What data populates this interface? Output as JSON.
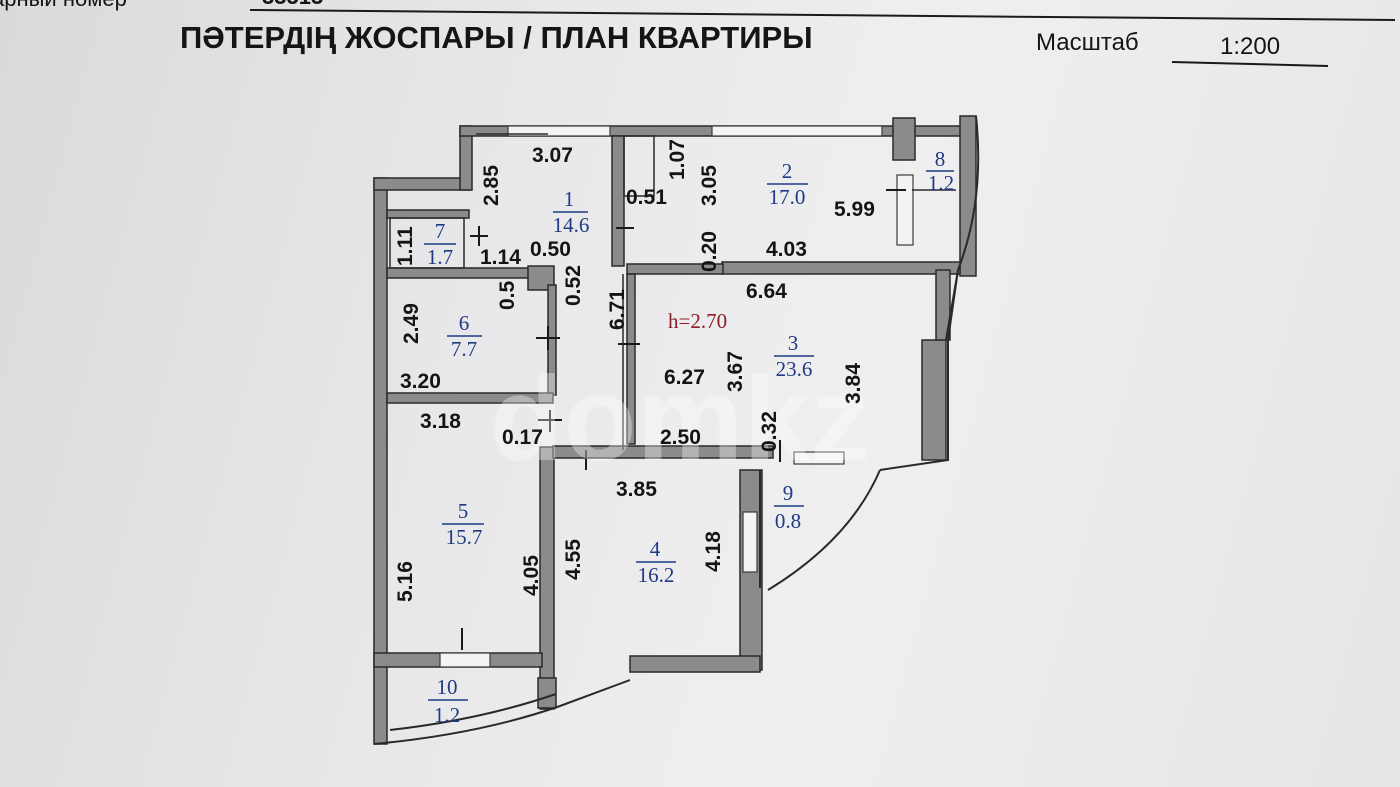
{
  "header": {
    "top_left_label": "арный номер",
    "top_left_value": "33513",
    "title": "ПӘТЕРДІҢ ЖОСПАРЫ / ПЛАН КВАРТИРЫ",
    "scale_label": "Масштаб",
    "scale_value": "1:200"
  },
  "plan": {
    "ceiling_height": "h=2.70",
    "rooms": [
      {
        "number": "1",
        "area": "14.6"
      },
      {
        "number": "2",
        "area": "17.0"
      },
      {
        "number": "3",
        "area": "23.6"
      },
      {
        "number": "4",
        "area": "16.2"
      },
      {
        "number": "5",
        "area": "15.7"
      },
      {
        "number": "6",
        "area": "7.7"
      },
      {
        "number": "7",
        "area": "1.7"
      },
      {
        "number": "8",
        "area": "1.2"
      },
      {
        "number": "9",
        "area": "0.8"
      },
      {
        "number": "10",
        "area": "1.2"
      }
    ],
    "dimensions": {
      "d_307": "3.07",
      "d_285": "2.85",
      "d_107": "1.07",
      "d_305": "3.05",
      "d_051": "0.51",
      "d_599": "5.99",
      "d_111": "1.11",
      "d_114": "1.14",
      "d_050": "0.50",
      "d_052": "0.52",
      "d_020": "0.20",
      "d_403": "4.03",
      "d_664": "6.64",
      "d_249": "2.49",
      "d_05small": "0.5",
      "d_671": "6.71",
      "d_627": "6.27",
      "d_367": "3.67",
      "d_384": "3.84",
      "d_320": "3.20",
      "d_318": "3.18",
      "d_017": "0.17",
      "d_250": "2.50",
      "d_032": "0.32",
      "d_385": "3.85",
      "d_516": "5.16",
      "d_405": "4.05",
      "d_455": "4.55",
      "d_418": "4.18"
    }
  },
  "watermark": "domkz"
}
